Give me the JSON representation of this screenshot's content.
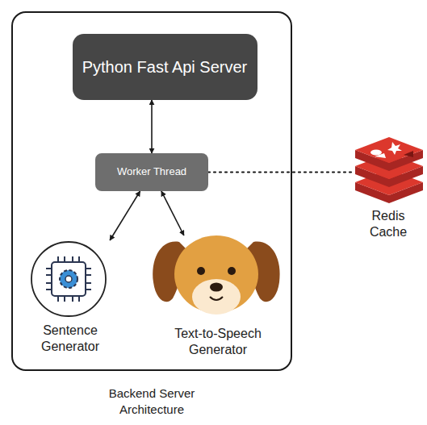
{
  "diagram": {
    "nodes": [
      {
        "text": [
          "Backend Server Architecture"
        ]
      },
      {
        "text": [
          "Python Fast Api Server"
        ],
        "in": 0
      },
      {
        "text": [
          "Worker Thread"
        ],
        "in": 0
      },
      {
        "text": [
          "Sentence Generator"
        ],
        "in": 0
      },
      {
        "text": [
          "Text-to-Speech Generator"
        ],
        "in": 0
      },
      {
        "text": [
          "Redis Cache"
        ]
      }
    ],
    "edges": [
      {
        "from": 1,
        "to": 2,
        "arrow": "both"
      },
      {
        "from": 2,
        "to": 3,
        "arrow": "both"
      },
      {
        "from": 2,
        "to": 4,
        "arrow": "both"
      },
      {
        "from": 2,
        "to": 5,
        "arrow": "none"
      }
    ]
  }
}
